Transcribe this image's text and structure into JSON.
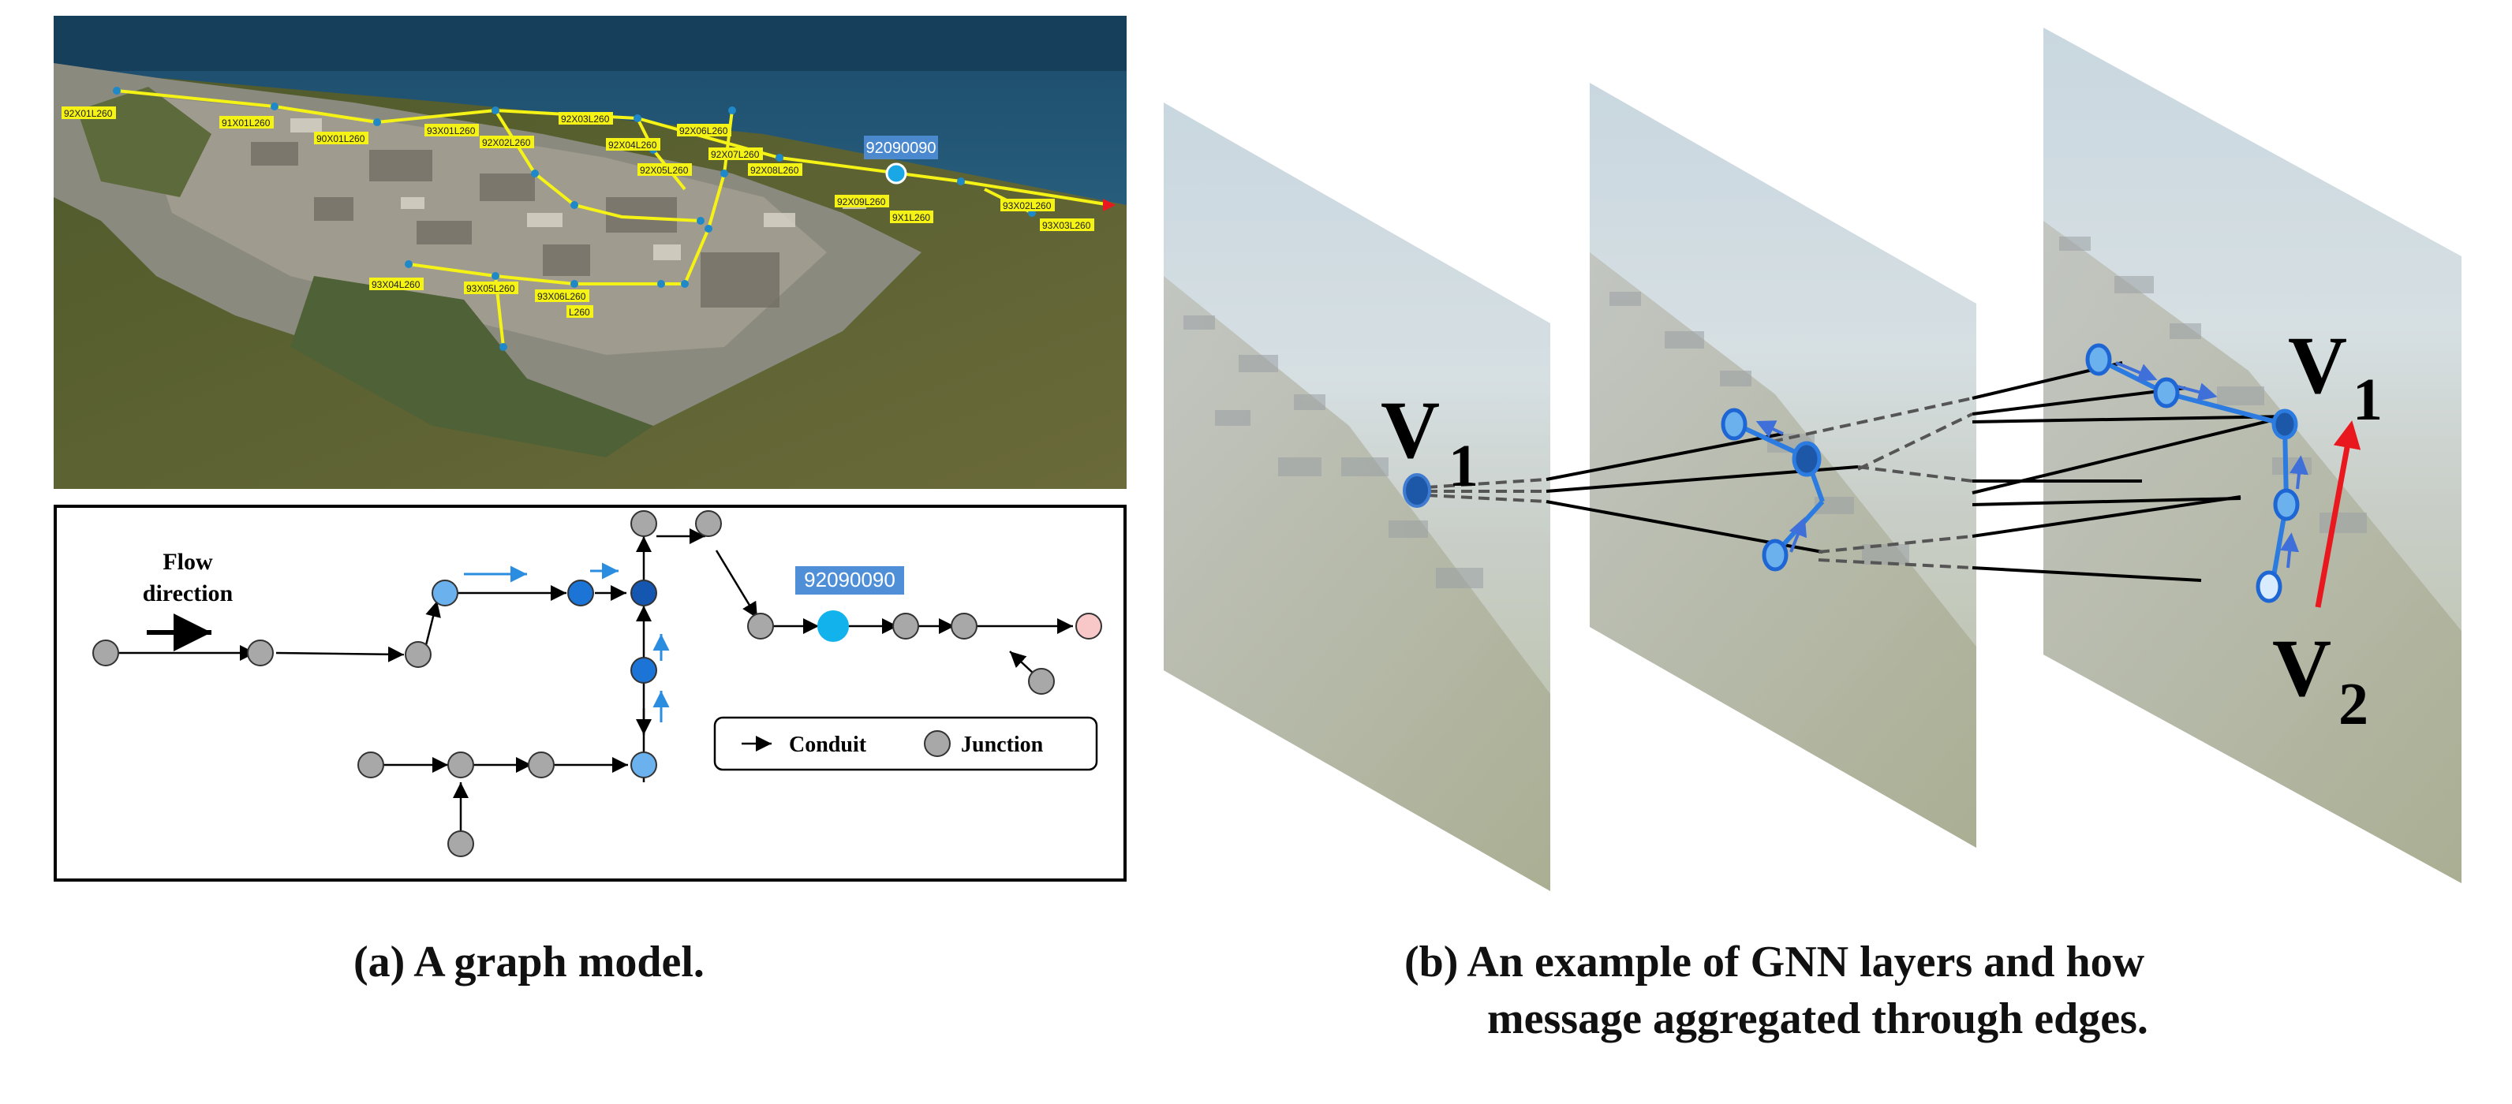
{
  "aerial": {
    "highlight_label": "92090090",
    "pipe_labels": [
      "92X01L260",
      "91X01L260",
      "90X01L260",
      "93X01L260",
      "92X02L260",
      "92X03L260",
      "92X04L260",
      "92X05L260",
      "92X06L260",
      "92X07L260",
      "92X08L260",
      "92X09L260",
      "9X1L260",
      "93X02L260",
      "93X03L260",
      "93X04L260",
      "93X05L260",
      "93X06L260",
      "L260"
    ],
    "colors": {
      "pipe": "#f5f216",
      "node": "#1e88c8",
      "highlight": "#1aa7e6"
    }
  },
  "graph": {
    "flow_label_1": "Flow",
    "flow_label_2": "direction",
    "highlight_label": "92090090",
    "legend": {
      "conduit_label": "Conduit",
      "junction_label": "Junction"
    },
    "colors": {
      "gray": "#a8a8a8",
      "light_blue": "#6ab1ee",
      "mid_blue": "#1c74d6",
      "dark_blue": "#1456b0",
      "cyan": "#12b3ec",
      "pink": "#f8c8c8",
      "arrow_blue": "#2b8de0"
    }
  },
  "gnn": {
    "label_v1_layer1": "V",
    "label_v1_layer1_sub": "1",
    "label_v1_layer3": "V",
    "label_v1_layer3_sub": "1",
    "label_v2": "V",
    "label_v2_sub": "2",
    "colors": {
      "node_blue": "#2b6fc2",
      "edge_blue": "#1e66d4",
      "red": "#e8181e"
    }
  },
  "captions": {
    "a": "(a) A graph model.",
    "b_line1": "(b) An example of GNN layers and how",
    "b_line2": "message aggregated through edges."
  }
}
